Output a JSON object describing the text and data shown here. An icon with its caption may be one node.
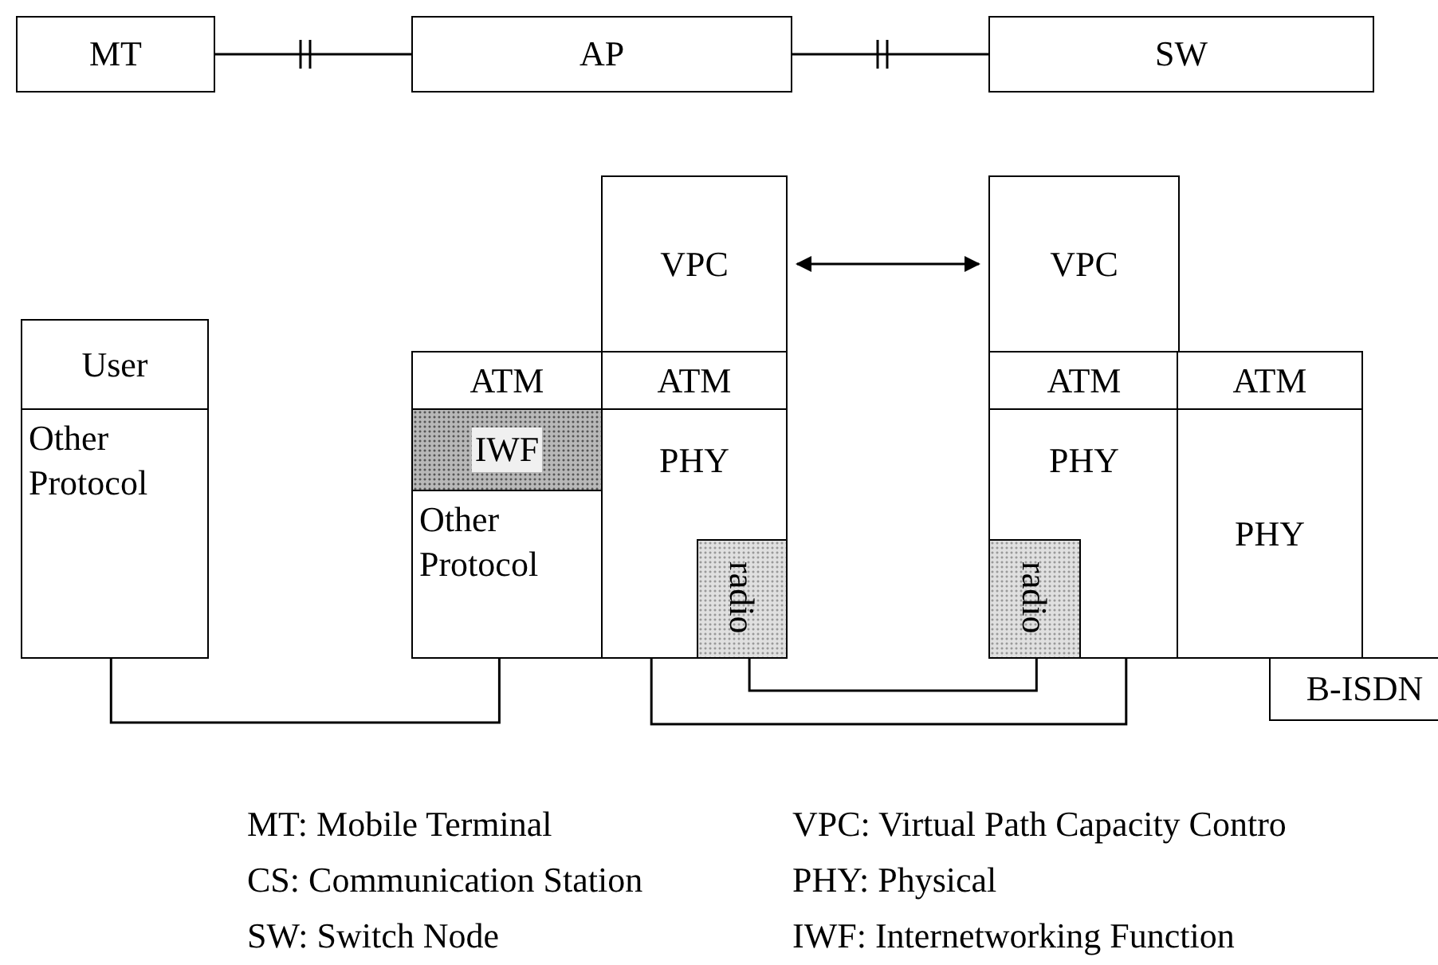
{
  "diagram": {
    "nodes": [
      {
        "text": [
          "MT"
        ]
      },
      {
        "text": [
          "AP"
        ]
      },
      {
        "text": [
          "SW"
        ]
      },
      {
        "text": [
          "User"
        ]
      },
      {
        "text": [
          "Other Protocol"
        ]
      },
      {
        "text": [
          "ATM"
        ]
      },
      {
        "text": [
          "IWF"
        ]
      },
      {
        "text": [
          "Other Protocol"
        ]
      },
      {
        "text": [
          "VPC"
        ]
      },
      {
        "text": [
          "ATM"
        ]
      },
      {
        "text": [
          "PHY"
        ]
      },
      {
        "text": [
          "radio"
        ],
        "in": 10
      },
      {
        "text": [
          "VPC"
        ]
      },
      {
        "text": [
          "ATM"
        ]
      },
      {
        "text": [
          "PHY"
        ]
      },
      {
        "text": [
          "radio"
        ],
        "in": 14
      },
      {
        "text": [
          "ATM"
        ]
      },
      {
        "text": [
          "PHY"
        ]
      },
      {
        "text": [
          "B-ISDN"
        ]
      }
    ],
    "edges": [
      {
        "from": 0,
        "to": 1,
        "arrow": "none"
      },
      {
        "from": 1,
        "to": 2,
        "arrow": "none"
      },
      {
        "from": 8,
        "to": 12,
        "arrow": "both"
      },
      {
        "from": 4,
        "to": 7,
        "arrow": "none"
      },
      {
        "from": 10,
        "to": 14,
        "arrow": "none"
      },
      {
        "from": 11,
        "to": 15,
        "arrow": "none"
      }
    ],
    "labels": [
      "MT: Mobile Terminal",
      "VPC: Virtual Path Capacity Contro",
      "CS: Communication Station",
      "PHY: Physical",
      "SW: Switch Node",
      "IWF: Internetworking Function"
    ]
  }
}
